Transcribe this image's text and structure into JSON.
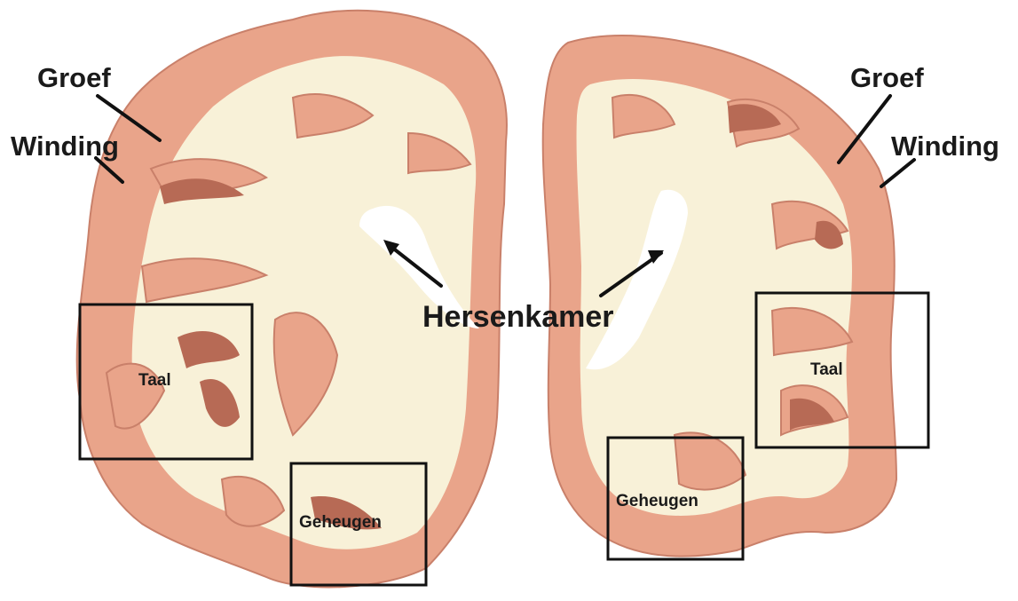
{
  "labels": {
    "groove_left": "Groef",
    "gyrus_left": "Winding",
    "groove_right": "Groef",
    "gyrus_right": "Winding",
    "ventricle": "Hersenkamer",
    "language_left": "Taal",
    "language_right": "Taal",
    "memory_left": "Geheugen",
    "memory_right": "Geheugen"
  },
  "colors": {
    "gray_matter": "#e9a48a",
    "white_matter": "#f8f1d8",
    "deep_fold": "#b76a55",
    "ventricle": "#ffffff"
  }
}
